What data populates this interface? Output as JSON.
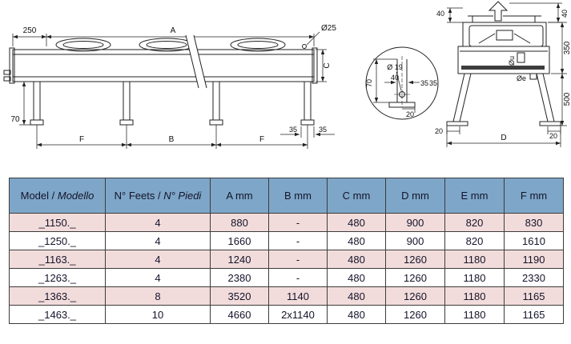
{
  "drawing": {
    "sv": {
      "d250": "250",
      "A": "A",
      "d25": "Ø25",
      "C": "C",
      "d70": "70",
      "F1": "F",
      "B": "B",
      "F2": "F",
      "d35a": "35",
      "d35b": "35"
    },
    "dv": {
      "d19": "Ø 19",
      "d40": "40",
      "d70": "70",
      "d20": "20",
      "d35a": "35",
      "d35b": "35"
    },
    "ev": {
      "d40t": "40",
      "d40r": "40",
      "d350": "350",
      "d500": "500",
      "d20l": "20",
      "d20r": "20",
      "D": "D",
      "du": "Øu",
      "de": "Øe"
    }
  },
  "table": {
    "headers": [
      {
        "en": "Model / ",
        "it": "Modello"
      },
      {
        "en": "N° Feets / ",
        "it": "N° Piedi"
      },
      {
        "en": "A mm"
      },
      {
        "en": "B mm"
      },
      {
        "en": "C mm"
      },
      {
        "en": "D mm"
      },
      {
        "en": "E mm"
      },
      {
        "en": "F mm"
      }
    ],
    "rows": [
      [
        "_1150._",
        "4",
        "880",
        "-",
        "480",
        "900",
        "820",
        "830"
      ],
      [
        "_1250._",
        "4",
        "1660",
        "-",
        "480",
        "900",
        "820",
        "1610"
      ],
      [
        "_1163._",
        "4",
        "1240",
        "-",
        "480",
        "1260",
        "1180",
        "1190"
      ],
      [
        "_1263._",
        "4",
        "2380",
        "-",
        "480",
        "1260",
        "1180",
        "2330"
      ],
      [
        "_1363._",
        "8",
        "3520",
        "1140",
        "480",
        "1260",
        "1180",
        "1165"
      ],
      [
        "_1463._",
        "10",
        "4660",
        "2x1140",
        "480",
        "1260",
        "1180",
        "1165"
      ]
    ]
  },
  "colors": {
    "header_bg": "#7ea6c8",
    "row_alt_bg": "#f2dcdb",
    "line": "#222222"
  }
}
